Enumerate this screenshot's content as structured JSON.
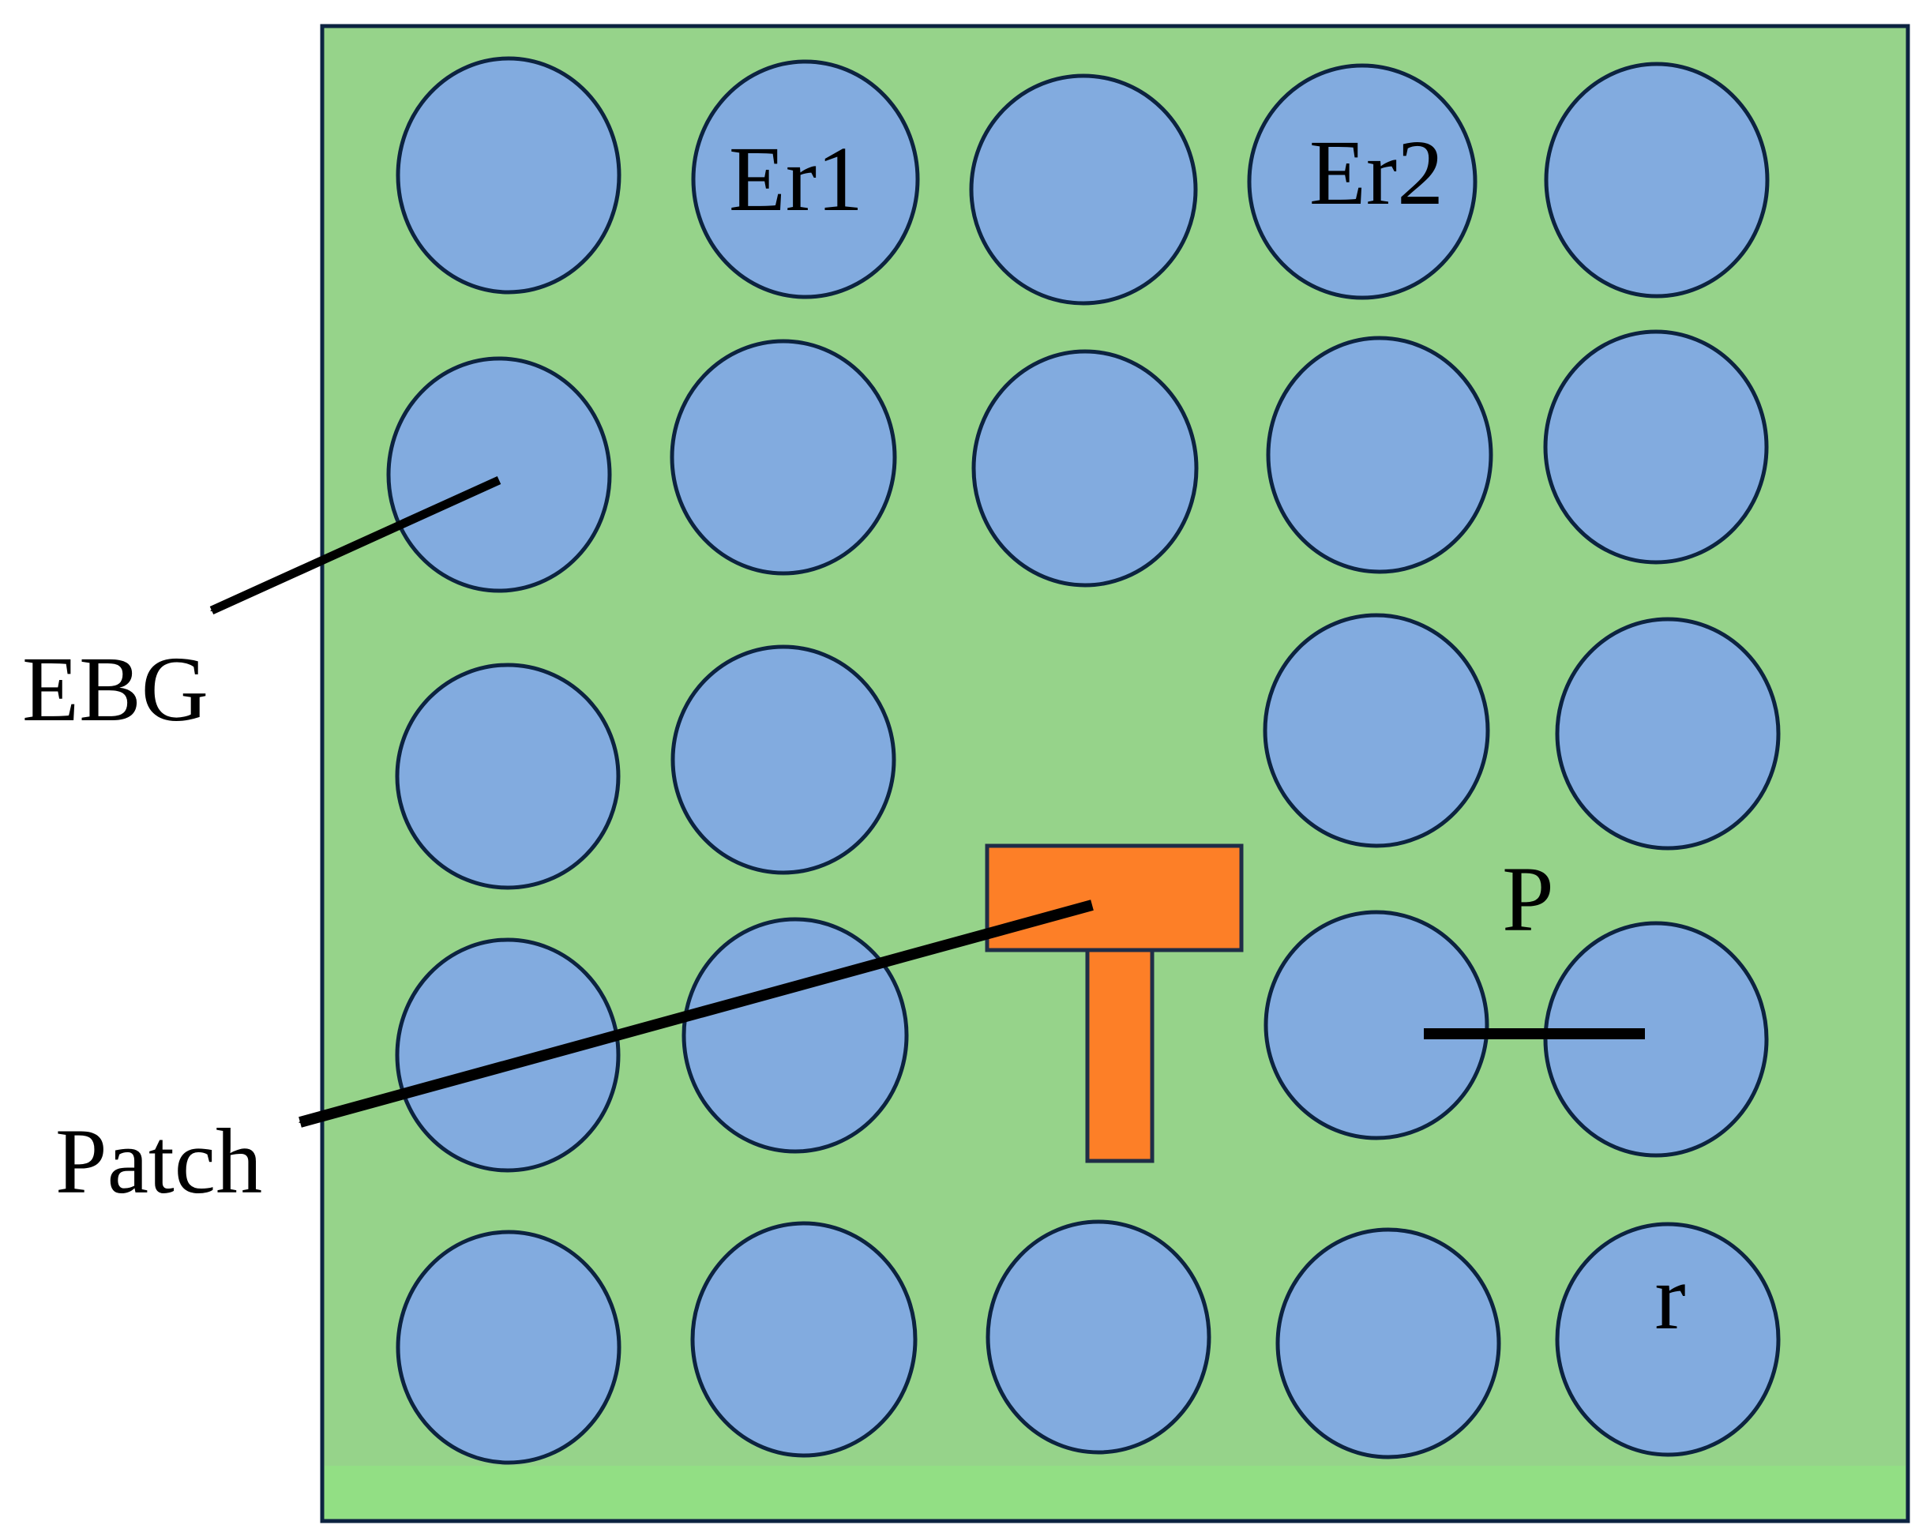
{
  "colors": {
    "background": "#ffffff",
    "substrate_fill": "#96d38a",
    "substrate_bottom_strip": "#92df84",
    "substrate_stroke": "#0c2340",
    "ebg_fill": "#82abdf",
    "ebg_stroke": "#0c2340",
    "patch_fill": "#fd7f27",
    "patch_stroke": "#1f2d47",
    "annotation": "#000000"
  },
  "labels": {
    "er1": "Er1",
    "er2": "Er2",
    "ebg": "EBG",
    "patch": "Patch",
    "p": "P",
    "r": "r"
  },
  "structure": {
    "ebg_grid_rows": 5,
    "ebg_grid_cols": 5,
    "ebg_element_count": 23,
    "omitted_cells": [
      "row 3, column 3",
      "row 4, column 3"
    ],
    "ebg_shape": "circle",
    "patch_shape": "T-shaped patch with feed line"
  }
}
